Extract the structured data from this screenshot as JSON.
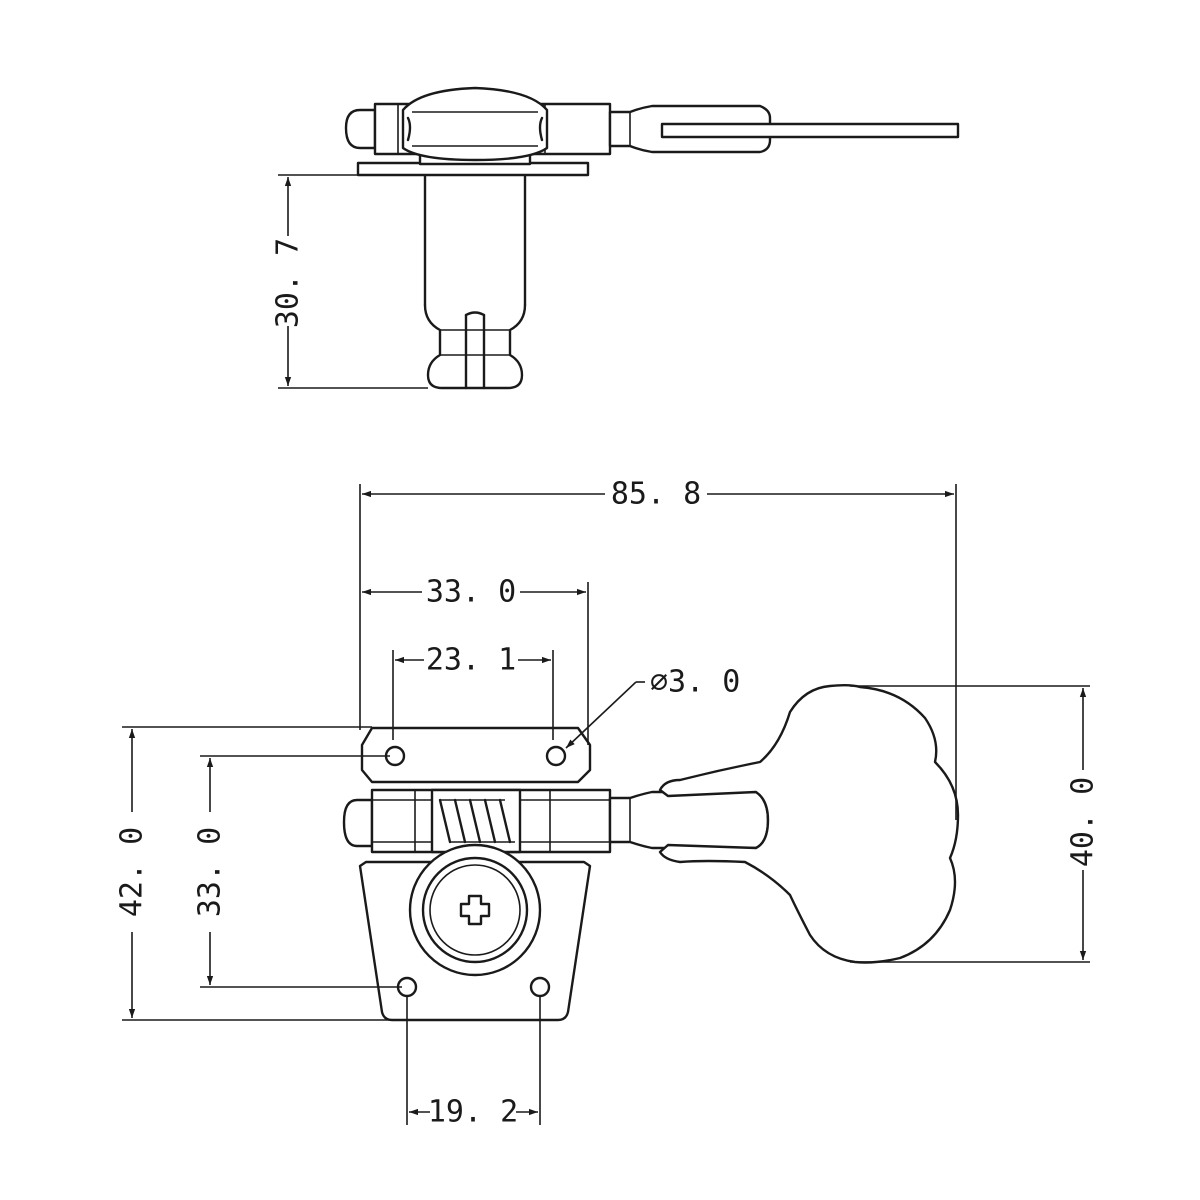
{
  "drawing": {
    "colors": {
      "line": "#1a1a1a",
      "background": "#ffffff"
    },
    "side_view": {
      "dimensions": {
        "post_height": "30. 7"
      }
    },
    "front_view": {
      "dimensions": {
        "overall_length": "85. 8",
        "plate_width": "33. 0",
        "top_hole_spacing": "23. 1",
        "hole_diameter": "⌀3. 0",
        "button_height": "40. 0",
        "overall_height": "42. 0",
        "hole_vertical_spacing": "33. 0",
        "bottom_hole_spacing": "19. 2"
      }
    }
  }
}
